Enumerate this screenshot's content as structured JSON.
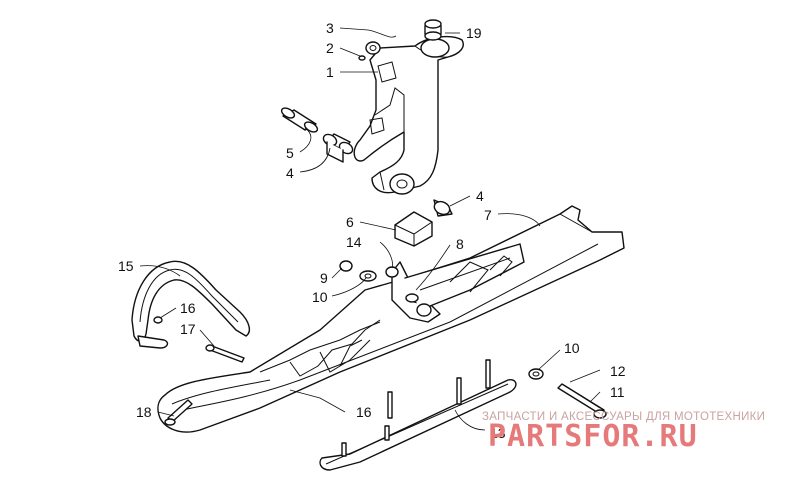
{
  "callouts": {
    "c19": "19",
    "c3": "3",
    "c2": "2",
    "c1": "1",
    "c5": "5",
    "c4a": "4",
    "c4b": "4",
    "c7": "7",
    "c6": "6",
    "c14": "14",
    "c8": "8",
    "c15": "15",
    "c9": "9",
    "c10a": "10",
    "c16a": "16",
    "c17": "17",
    "c10b": "10",
    "c12": "12",
    "c11": "11",
    "c18": "18",
    "c16b": "16",
    "c13": "13"
  },
  "watermark": {
    "subtitle": "ЗАПЧАСТИ И АКСЕССУАРЫ ДЛЯ МОТОТЕХНИКИ",
    "logo": "PARTSFOR.RU"
  }
}
